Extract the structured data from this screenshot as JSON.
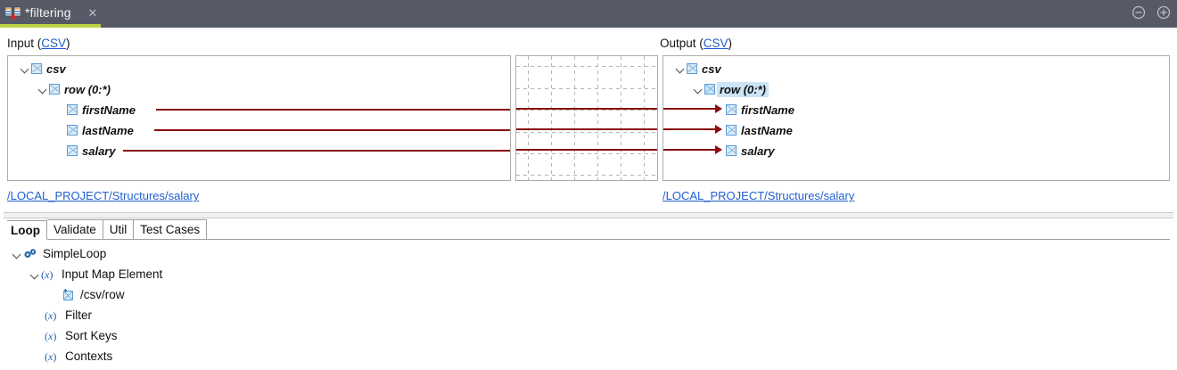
{
  "window": {
    "tab_title": "*filtering",
    "tab_icon": "mapping-editor-icon",
    "close_icon": "close-icon",
    "minimize_icon": "minimize-icon",
    "maximize_icon": "maximize-icon",
    "accent_color": "#BCD346",
    "titlebar_color": "#565A66"
  },
  "input_panel": {
    "label_prefix": "Input (",
    "label_link": "CSV",
    "label_suffix": ")",
    "path_link": "/LOCAL_PROJECT/Structures/salary",
    "tree": [
      {
        "label": "csv",
        "depth": 0,
        "expandable": true,
        "selected": false
      },
      {
        "label": "row (0:*)",
        "depth": 1,
        "expandable": true,
        "selected": false
      },
      {
        "label": "firstName",
        "depth": 2,
        "expandable": false,
        "selected": false
      },
      {
        "label": "lastName",
        "depth": 2,
        "expandable": false,
        "selected": false
      },
      {
        "label": "salary",
        "depth": 2,
        "expandable": false,
        "selected": false
      }
    ]
  },
  "output_panel": {
    "label_prefix": "Output (",
    "label_link": "CSV",
    "label_suffix": ")",
    "path_link": "/LOCAL_PROJECT/Structures/salary",
    "tree": [
      {
        "label": "csv",
        "depth": 0,
        "expandable": true,
        "selected": false
      },
      {
        "label": "row (0:*)",
        "depth": 1,
        "expandable": true,
        "selected": true
      },
      {
        "label": "firstName",
        "depth": 2,
        "expandable": false,
        "selected": false
      },
      {
        "label": "lastName",
        "depth": 2,
        "expandable": false,
        "selected": false
      },
      {
        "label": "salary",
        "depth": 2,
        "expandable": false,
        "selected": false
      }
    ]
  },
  "mapping": {
    "connection_color": "#8A0E12",
    "connections": [
      "firstName",
      "lastName",
      "salary"
    ],
    "grid_color": "#B6B6B6"
  },
  "bottom": {
    "tabs": [
      {
        "label": "Loop",
        "active": true
      },
      {
        "label": "Validate",
        "active": false
      },
      {
        "label": "Util",
        "active": false
      },
      {
        "label": "Test Cases",
        "active": false
      }
    ],
    "tree": [
      {
        "label": "SimpleLoop",
        "depth": 0,
        "icon": "gears-icon",
        "expandable": true
      },
      {
        "label": "Input Map Element",
        "depth": 1,
        "icon": "fx-icon",
        "expandable": true
      },
      {
        "label": "/csv/row",
        "depth": 2,
        "icon": "element-icon",
        "expandable": false
      },
      {
        "label": "Filter",
        "depth": 1,
        "icon": "fx-icon",
        "expandable": false
      },
      {
        "label": "Sort Keys",
        "depth": 1,
        "icon": "fx-icon",
        "expandable": false
      },
      {
        "label": "Contexts",
        "depth": 1,
        "icon": "fx-icon",
        "expandable": false
      }
    ]
  }
}
